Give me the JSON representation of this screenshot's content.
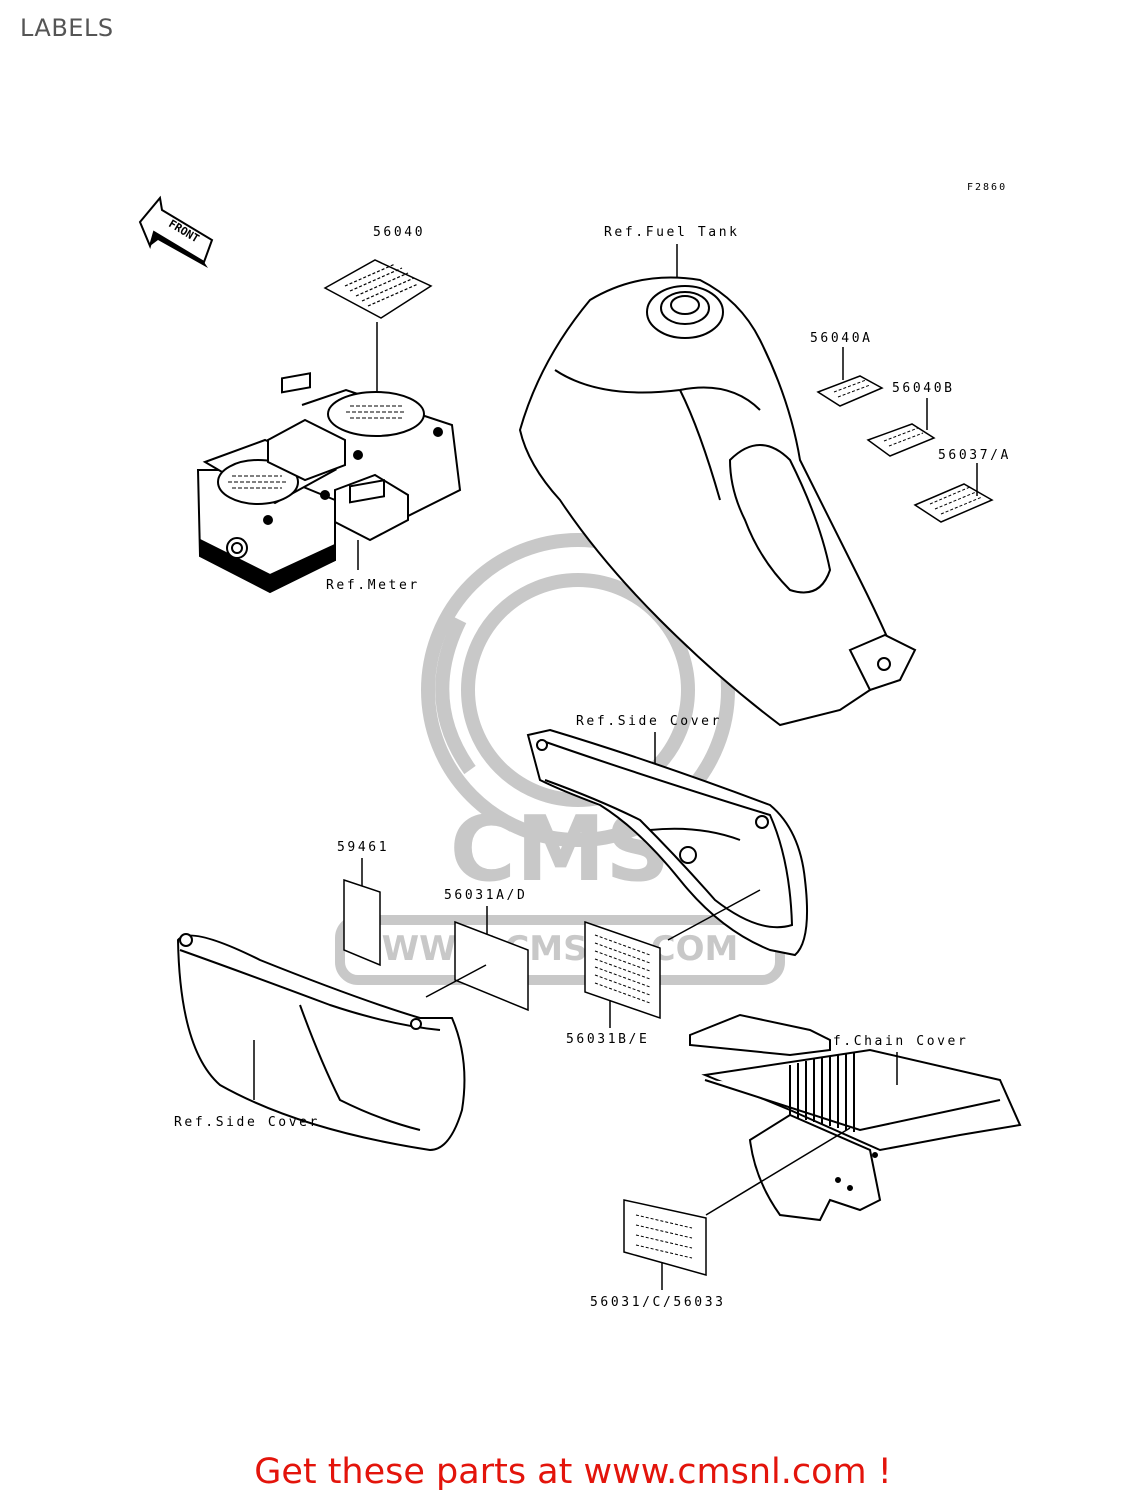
{
  "page": {
    "title": "LABELS"
  },
  "figure_code": "F2860",
  "front_arrow": {
    "label": "FRONT"
  },
  "watermark": {
    "text": "WWW.CMSNL.COM",
    "logo": "CMS"
  },
  "callouts": {
    "p56040": "56040",
    "p56040a": "56040A",
    "p56040b": "56040B",
    "p56037a": "56037/A",
    "p59461": "59461",
    "p56031ad": "56031A/D",
    "p56031be": "56031B/E",
    "p56031c": "56031/C/56033",
    "ref_fuel_tank": "Ref.Fuel Tank",
    "ref_meter": "Ref.Meter",
    "ref_side_cover_right": "Ref.Side Cover",
    "ref_side_cover_left": "Ref.Side Cover",
    "ref_chain_cover": "Ref.Chain Cover"
  },
  "footer": {
    "text": "Get these parts at www.cmsnl.com !"
  },
  "colors": {
    "footer": "#e3140b",
    "watermark": "#c8c8c8",
    "line": "#000000"
  }
}
